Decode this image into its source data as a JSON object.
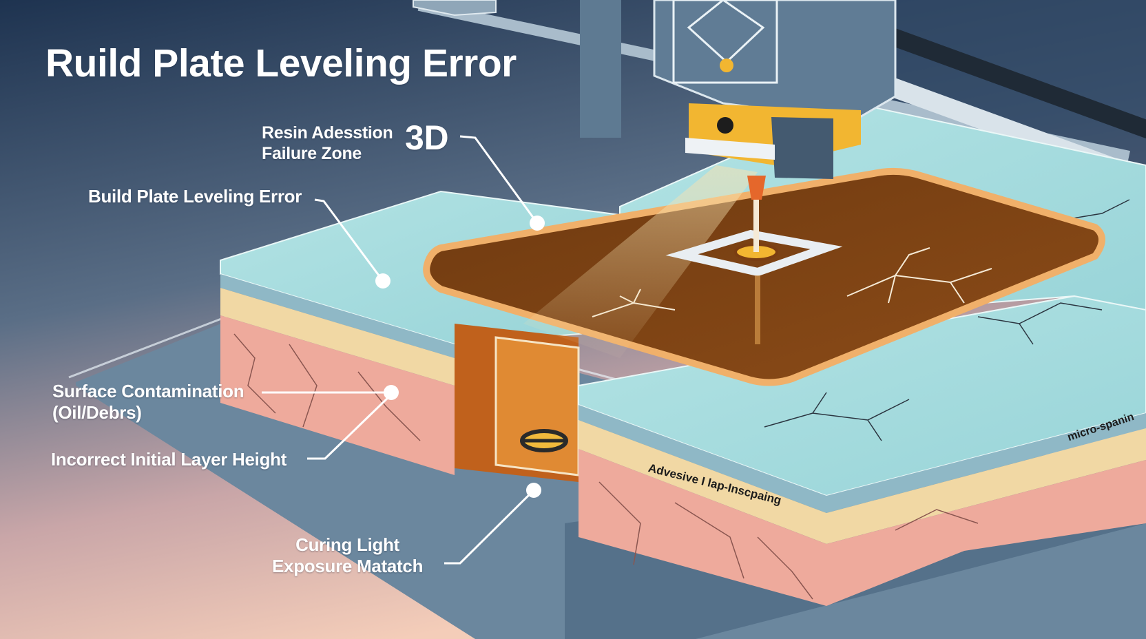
{
  "title": "Ruild Plate Leveling Error",
  "callouts": {
    "resin_line1": "Resin Adesstion",
    "resin_line2": "Failure Zone",
    "badge": "3D",
    "build_plate": "Build Plate Leveling Error",
    "surface_line1": "Surface Contamination",
    "surface_line2": "(Oil/Debrs)",
    "layer_height": "Incorrect Initial Layer Height",
    "curing_line1": "Curing Light",
    "curing_line2": "Exposure Matatch"
  },
  "layer_tags": {
    "adhesive": "Advesive I lap-Inscpaing",
    "micro": "micro-spanin"
  },
  "colors": {
    "background_top": "#1f3450",
    "background_bottom": "#f3c8b6",
    "glass_top": "#a6dde0",
    "resin": "#8a4a16",
    "pink_layer": "#eeaea0",
    "cream_layer": "#f1d9a6",
    "steel": "#6a87a0",
    "nozzle_accent": "#f2b631"
  }
}
